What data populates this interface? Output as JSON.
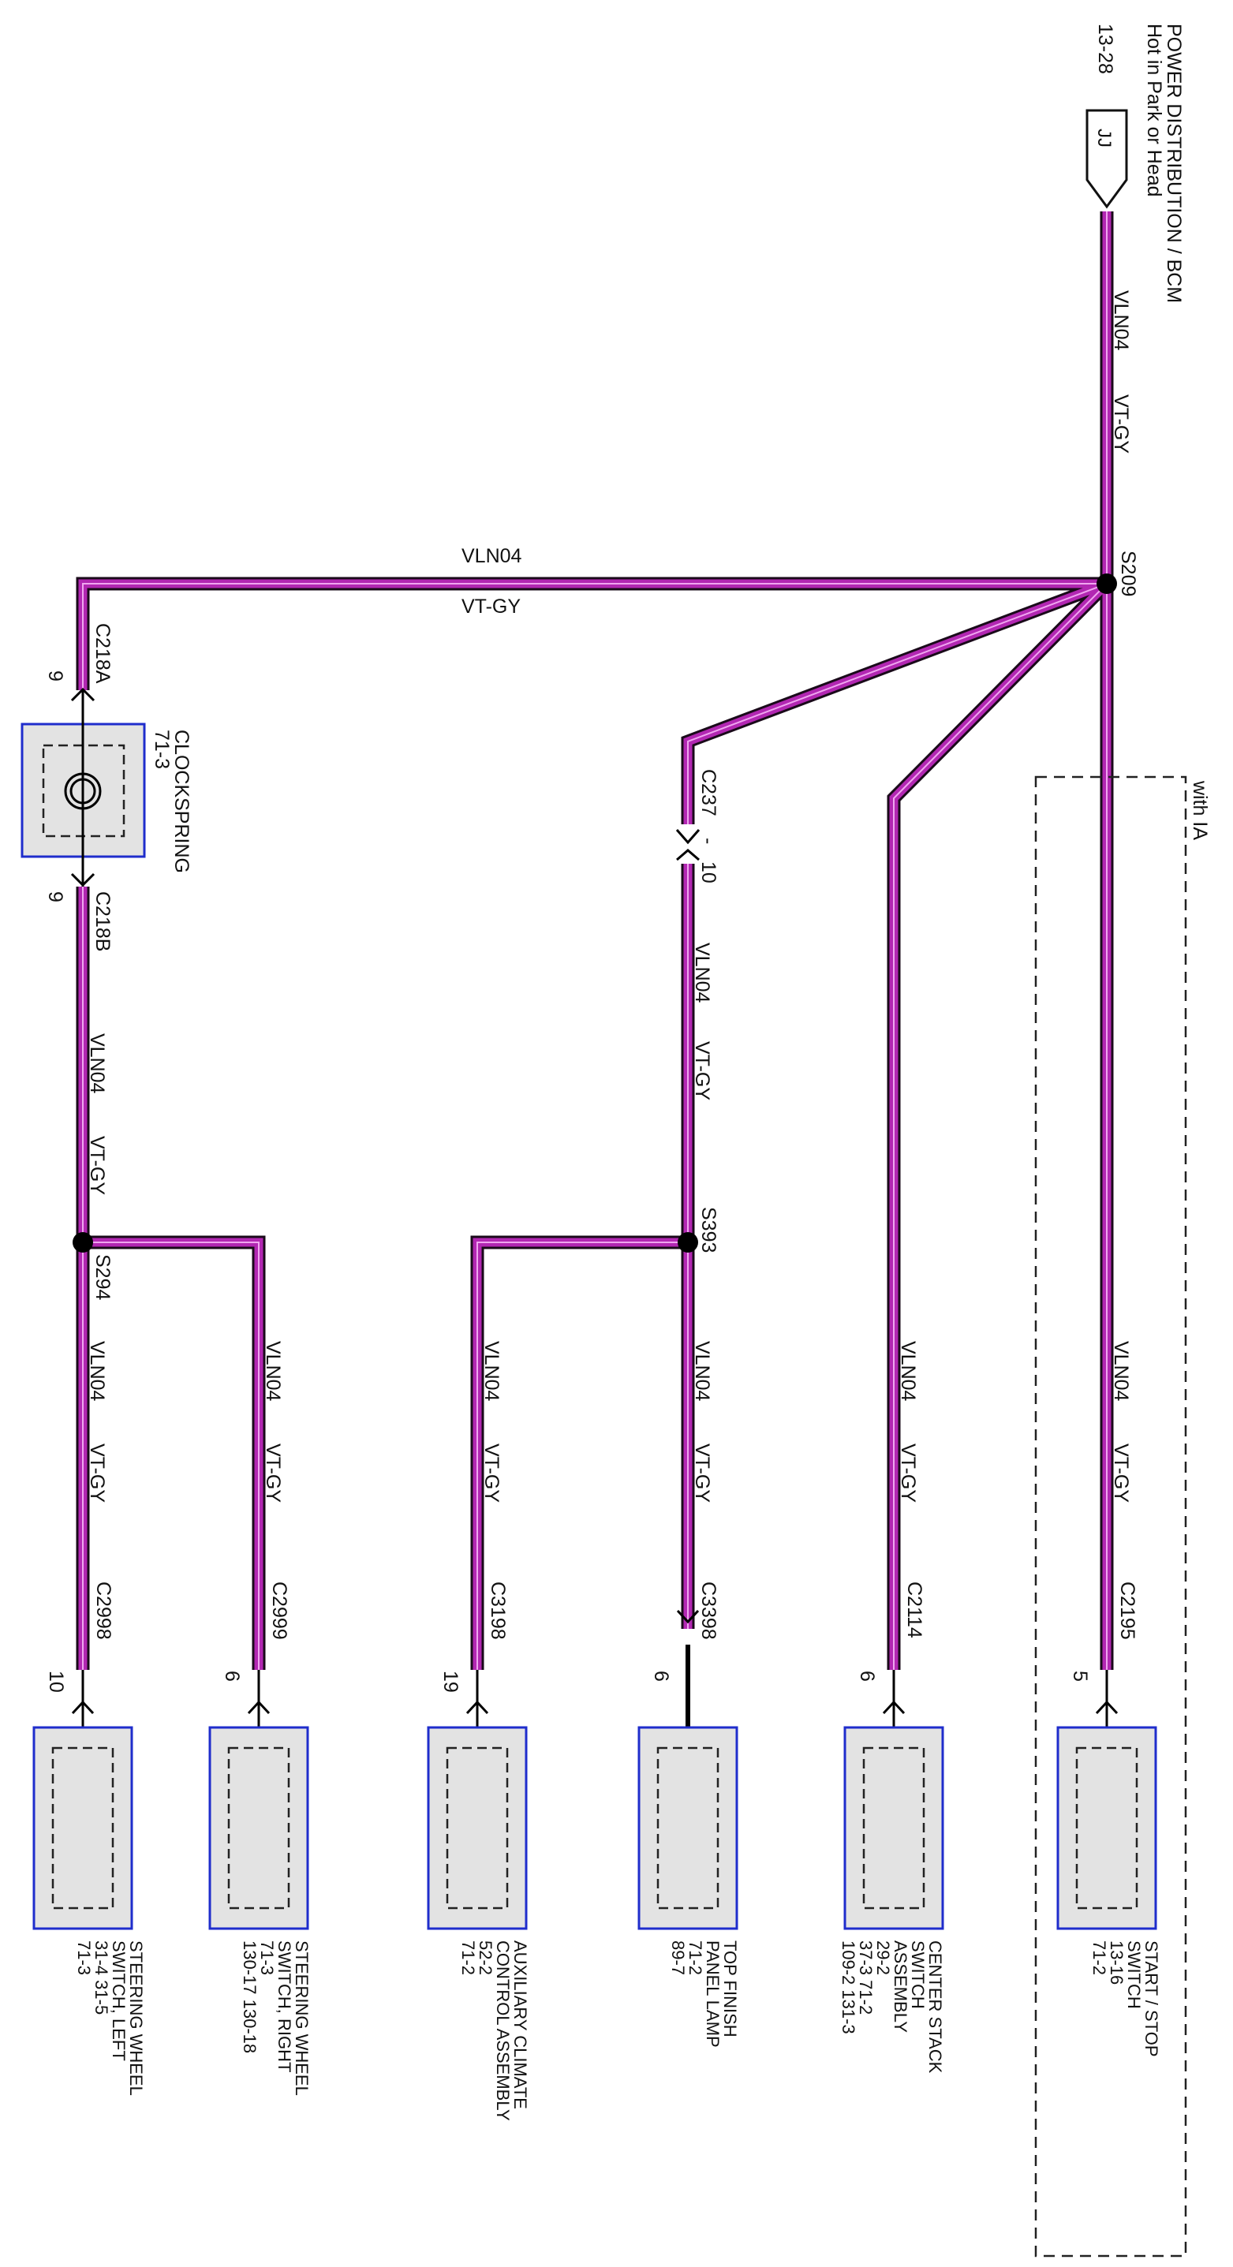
{
  "colors": {
    "wire": "#b227b2",
    "wire_edge": "#1a0a1a",
    "box_fill": "#e3e3e3",
    "box_border": "#1f2dcc"
  },
  "source": {
    "title": "POWER DISTRIBUTION / BCM",
    "subtitle": "Hot in Park or Head",
    "page_ref": "13-28",
    "connector": "JJ"
  },
  "region_label": "with IA",
  "splices": {
    "s209": "S209",
    "s393": "S393",
    "s294": "S294"
  },
  "wire": {
    "circuit": "VLN04",
    "color": "VT-GY"
  },
  "clockspring": {
    "name": "CLOCKSPRING",
    "ref": "71-3",
    "conn_a": "C218A",
    "pin_a": "9",
    "conn_b": "C218B",
    "pin_b": "9"
  },
  "c237": {
    "conn": "C237",
    "dash": "-",
    "pin": "10"
  },
  "components": [
    {
      "id": "start_stop",
      "conn": "C2195",
      "pin": "5",
      "lines": [
        "START / STOP",
        "SWITCH",
        "13-16",
        "71-2"
      ]
    },
    {
      "id": "center_stack",
      "conn": "C2114",
      "pin": "6",
      "lines": [
        "CENTER STACK",
        "SWITCH",
        "ASSEMBLY",
        "29-2",
        "37-3      71-2",
        "109-2    131-3"
      ]
    },
    {
      "id": "top_finish",
      "conn": "C3398",
      "pin": "6",
      "lines": [
        "TOP FINISH",
        "PANEL LAMP",
        "71-2",
        "89-7"
      ]
    },
    {
      "id": "aux_climate",
      "conn": "C3198",
      "pin": "19",
      "lines": [
        "AUXILIARY CLIMATE",
        "CONTROL ASSEMBLY",
        "52-2",
        "71-2"
      ]
    },
    {
      "id": "sw_right",
      "conn": "C2999",
      "pin": "6",
      "lines": [
        "STEERING WHEEL",
        "SWITCH, RIGHT",
        "71-3",
        "130-17    130-18"
      ]
    },
    {
      "id": "sw_left",
      "conn": "C2998",
      "pin": "10",
      "lines": [
        "STEERING WHEEL",
        "SWITCH, LEFT",
        "31-4       31-5",
        "71-3"
      ]
    }
  ]
}
